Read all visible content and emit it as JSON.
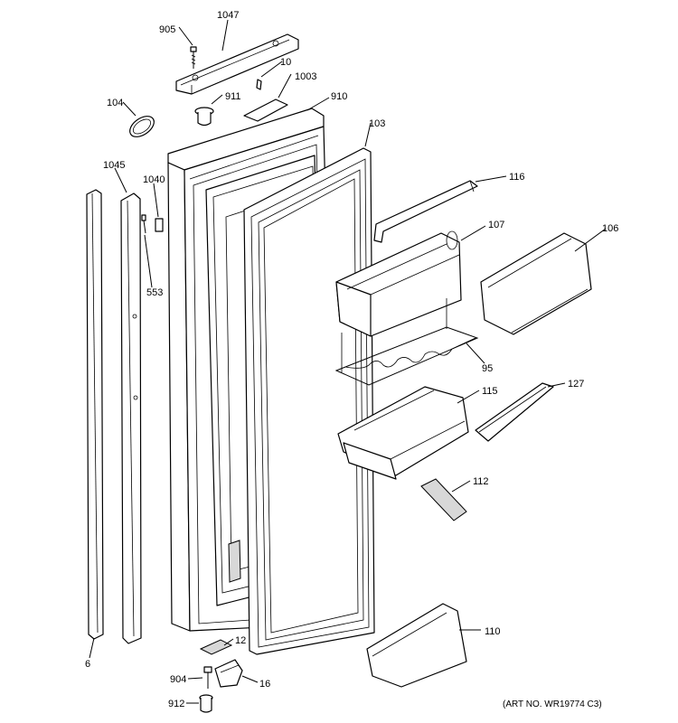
{
  "art_number": "(ART NO. WR19774 C3)",
  "callouts": {
    "p905": "905",
    "p1047": "1047",
    "p10": "10",
    "p1003": "1003",
    "p911": "911",
    "p910": "910",
    "p104": "104",
    "p103": "103",
    "p116": "116",
    "p1045": "1045",
    "p1040": "1040",
    "p107": "107",
    "p106": "106",
    "p553": "553",
    "p95": "95",
    "p115": "115",
    "p127": "127",
    "p112": "112",
    "p110": "110",
    "p6": "6",
    "p12": "12",
    "p904": "904",
    "p16": "16",
    "p912": "912"
  }
}
